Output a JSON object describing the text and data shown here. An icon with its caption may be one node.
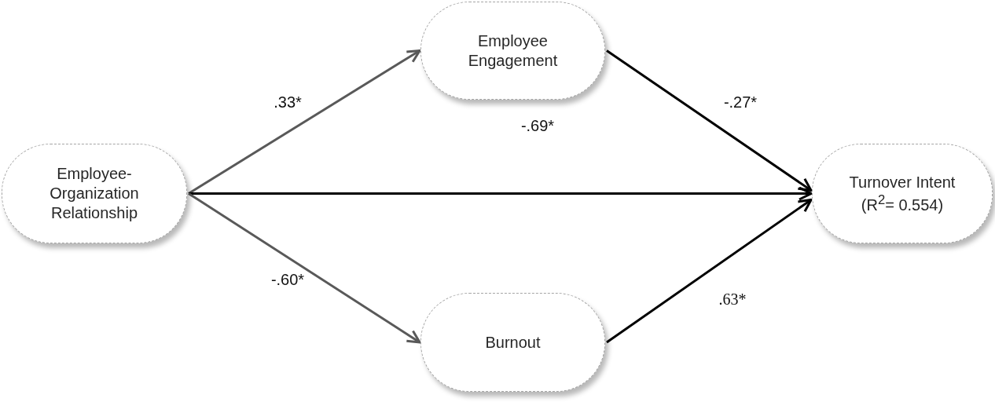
{
  "diagram": {
    "nodes": [
      {
        "text": [
          "Employee-Organization Relationship"
        ]
      },
      {
        "text": [
          "Employee Engagement"
        ]
      },
      {
        "text": [
          "Burnout"
        ]
      },
      {
        "text": [
          "Turnover Intent",
          "(R$^{2}$= 0.554)"
        ]
      }
    ],
    "edges": [
      {
        "from": 0,
        "to": 1,
        "arrow": "to",
        "label": ".33*",
        "color": "#595959"
      },
      {
        "from": 0,
        "to": 3,
        "arrow": "to",
        "label": "-.69*"
      },
      {
        "from": 0,
        "to": 2,
        "arrow": "to",
        "label": "-.60*",
        "color": "#595959"
      },
      {
        "from": 1,
        "to": 3,
        "arrow": "to",
        "label": "-.27*"
      },
      {
        "from": 2,
        "to": 3,
        "arrow": "to",
        "label": ".63*"
      }
    ]
  }
}
